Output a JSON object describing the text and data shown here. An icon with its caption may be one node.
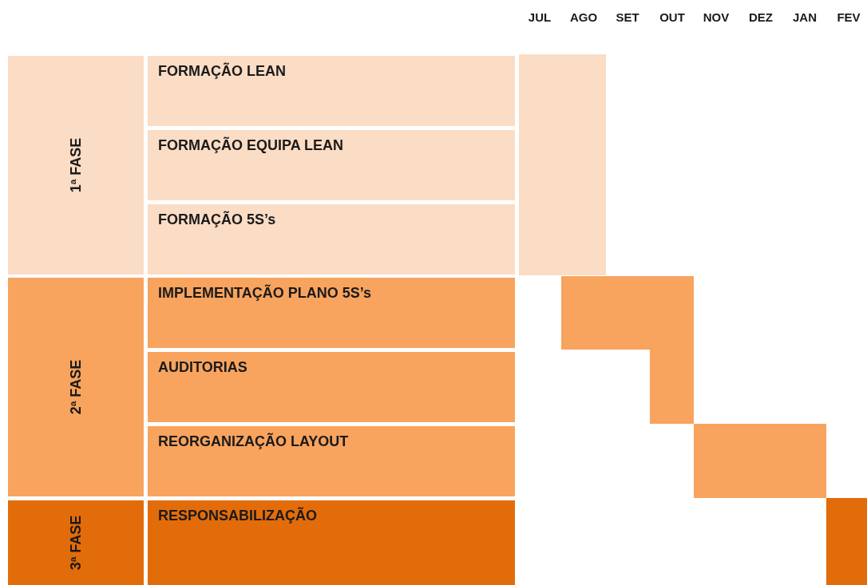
{
  "diagram": {
    "nodes": [
      {
        "text": [
          "1ª FASE"
        ]
      },
      {
        "text": [
          "FORMAÇÃO LEAN"
        ]
      },
      {
        "text": [
          "FORMAÇÃO EQUIPA LEAN"
        ]
      },
      {
        "text": [
          "FORMAÇÃO 5S’s"
        ]
      },
      {
        "text": [
          "2ª FASE"
        ]
      },
      {
        "text": [
          "IMPLEMENTAÇÃO PLANO 5S’s"
        ]
      },
      {
        "text": [
          "AUDITORIAS"
        ]
      },
      {
        "text": [
          "REORGANIZAÇÃO LAYOUT"
        ]
      },
      {
        "text": [
          "3ª FASE"
        ]
      },
      {
        "text": [
          "RESPONSABILIZAÇÃO"
        ]
      },
      {
        "text": [],
        "shape": "bar"
      },
      {
        "text": [],
        "shape": "bar"
      },
      {
        "text": [],
        "shape": "bar"
      },
      {
        "text": [],
        "shape": "bar"
      },
      {
        "text": [],
        "shape": "bar"
      }
    ],
    "labels": [
      "JUL",
      "AGO",
      "SET",
      "OUT",
      "NOV",
      "DEZ",
      "JAN",
      "FEV"
    ]
  }
}
